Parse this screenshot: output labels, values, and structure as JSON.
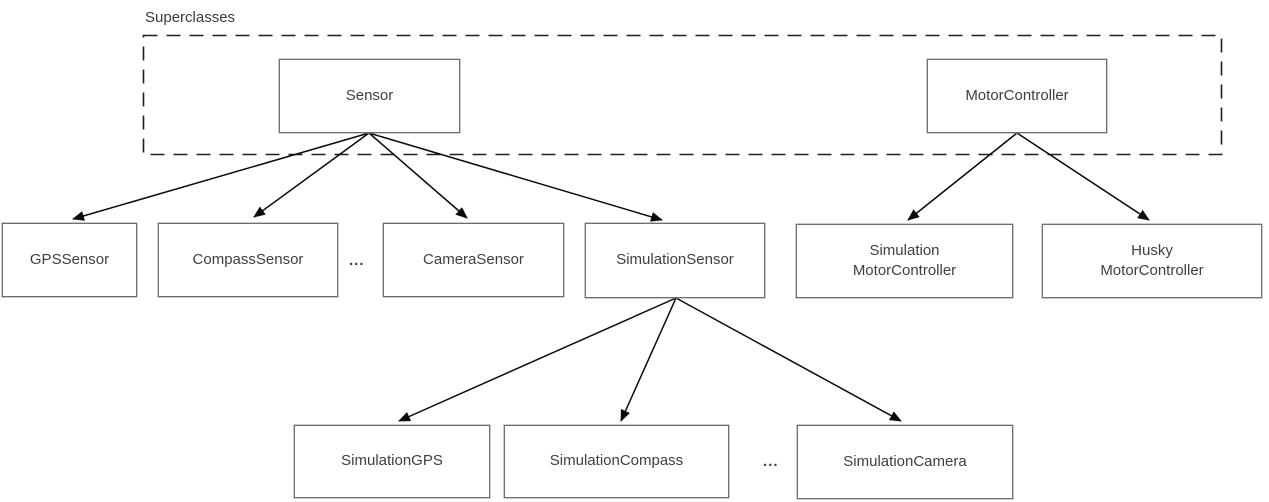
{
  "diagram": {
    "superclasses_label": "Superclasses",
    "nodes": {
      "sensor": "Sensor",
      "motor_controller": "MotorController",
      "gps_sensor": "GPSSensor",
      "compass_sensor": "CompassSensor",
      "camera_sensor": "CameraSensor",
      "simulation_sensor": "SimulationSensor",
      "simulation_motor_controller": "Simulation\nMotorController",
      "husky_motor_controller": "Husky\nMotorController",
      "simulation_gps": "SimulationGPS",
      "simulation_compass": "SimulationCompass",
      "simulation_camera": "SimulationCamera"
    },
    "ellipsis_between_sensors": "...",
    "ellipsis_between_simulation_children": "...",
    "edges": [
      {
        "from": "Sensor",
        "to": "GPSSensor"
      },
      {
        "from": "Sensor",
        "to": "CompassSensor"
      },
      {
        "from": "Sensor",
        "to": "CameraSensor"
      },
      {
        "from": "Sensor",
        "to": "SimulationSensor"
      },
      {
        "from": "MotorController",
        "to": "Simulation MotorController"
      },
      {
        "from": "MotorController",
        "to": "Husky MotorController"
      },
      {
        "from": "SimulationSensor",
        "to": "SimulationGPS"
      },
      {
        "from": "SimulationSensor",
        "to": "SimulationCompass"
      },
      {
        "from": "SimulationSensor",
        "to": "SimulationCamera"
      }
    ],
    "colors": {
      "background": "#ffffff",
      "box_border": "#6e6e6e",
      "box_fill": "#ffffff",
      "text": "#3f3f3f",
      "arrow": "#0a0a0a",
      "dashed_group_border": "#1f1f1f"
    }
  }
}
